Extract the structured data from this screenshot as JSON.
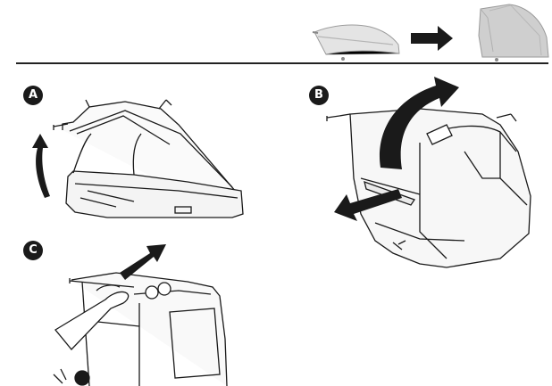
{
  "steps": [
    {
      "label": "A"
    },
    {
      "label": "B"
    },
    {
      "label": "C"
    }
  ],
  "icons": {
    "header_before": "folded-trailer-icon",
    "header_arrow": "right-arrow-icon",
    "header_after": "unfolded-trailer-icon",
    "step_a_arrow": "curved-up-arrow-icon",
    "step_b_arrow_up": "curved-lift-arrow-icon",
    "step_b_arrow_down": "down-left-arrow-icon",
    "step_c_arrow": "up-right-arrow-icon"
  },
  "colors": {
    "ink": "#1a1a1a",
    "grey_light": "#d6d6d6",
    "grey_mid": "#a9a9a9"
  }
}
